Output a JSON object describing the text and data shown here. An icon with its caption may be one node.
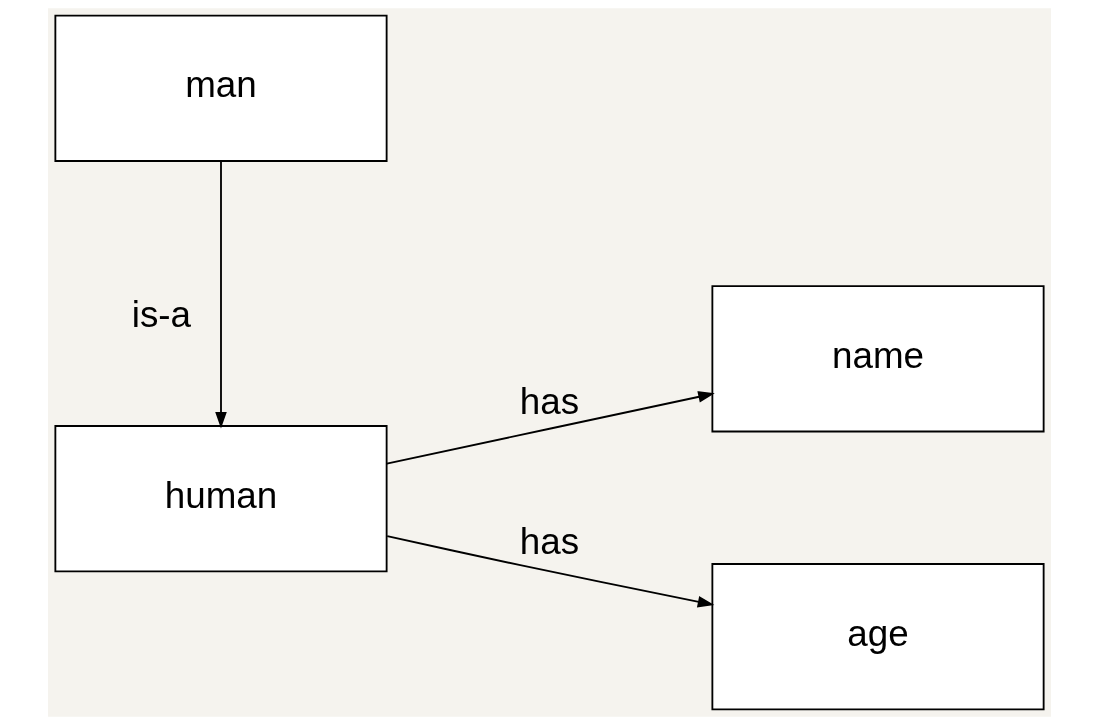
{
  "diagram": {
    "nodes": [
      {
        "text": [
          "human"
        ]
      },
      {
        "text": [
          "name"
        ]
      },
      {
        "text": [
          "age"
        ]
      },
      {
        "text": [
          "man"
        ]
      }
    ],
    "edges": [
      {
        "from": 0,
        "to": 1,
        "arrow": "to",
        "label": "has"
      },
      {
        "from": 0,
        "to": 2,
        "arrow": "to",
        "label": "has"
      },
      {
        "from": 3,
        "to": 0,
        "arrow": "to",
        "label": "is-a"
      }
    ]
  }
}
